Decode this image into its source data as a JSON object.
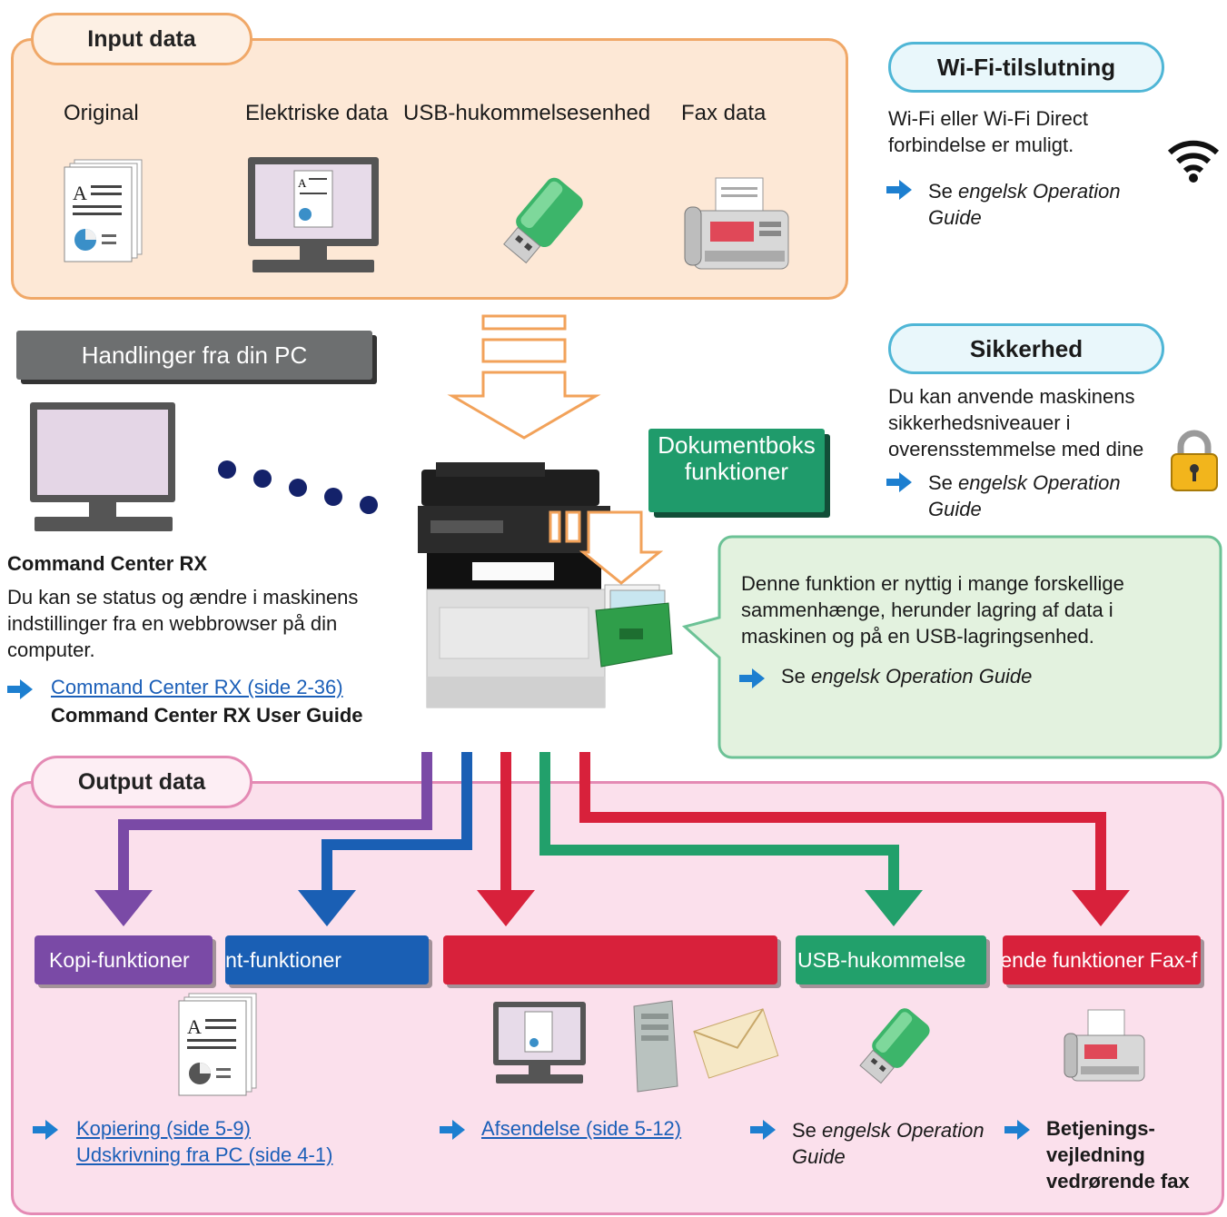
{
  "input": {
    "title": "Input data",
    "items": [
      "Original",
      "Elektriske data",
      "USB-hukommelsesenhed",
      "Fax data"
    ]
  },
  "wifi": {
    "title": "Wi-Fi-tilslutning",
    "text": "Wi-Fi eller Wi-Fi Direct forbindelse er muligt.",
    "ref_prefix": "Se ",
    "ref_italic": "engelsk Operation Guide"
  },
  "security": {
    "title": "Sikkerhed",
    "text": "Du kan anvende maskinens sikkerhedsniveauer i overensstemmelse med dine",
    "ref_prefix": "Se ",
    "ref_italic": "engelsk Operation Guide"
  },
  "pc": {
    "title": "Handlinger fra din PC",
    "heading": "Command Center RX",
    "text": "Du kan se status og ændre i maskinens indstillinger fra en webbrowser på din computer.",
    "link": "Command Center RX (side 2-36)",
    "guide": "Command Center RX User Guide"
  },
  "docbox": {
    "label_line1": "Dokumentboks",
    "label_line2": "funktioner",
    "text": "Denne funktion er nyttig i mange forskellige sammenhænge, herunder lagring af data i maskinen og på en USB-lagringsenhed.",
    "ref_prefix": "Se ",
    "ref_italic": "engelsk Operation Guide"
  },
  "output": {
    "title": "Output data",
    "bars": {
      "copy": "Kopi-funktioner",
      "print": "Print-funktioner",
      "usb": "USB-hukommelse",
      "send": "Sende funktioner",
      "fax": "Fax-f"
    },
    "copy_links": [
      "Kopiering (side 5-9)",
      "Udskrivning fra PC (side 4-1)"
    ],
    "send_link": "Afsendelse (side 5-12)",
    "usb_ref_prefix": "Se ",
    "usb_ref_italic": "engelsk Operation Guide",
    "fax_guide": "Betjenings-vejledning vedrørende fax"
  },
  "colors": {
    "input_bg": "#fde8d6",
    "input_border": "#f0a868",
    "output_bg": "#fbe0ec",
    "output_border": "#e48ab4",
    "pill_blue_bg": "#e9f7fb",
    "pill_blue_border": "#4fb6d6",
    "doc_green": "#1f9b6b",
    "doc_panel_bg": "#e3f2df",
    "doc_panel_border": "#6cc296",
    "purple": "#7a4aa6",
    "blue": "#1a5fb4",
    "red": "#d8213b",
    "green": "#22a06b",
    "orange_arrow": "#f2a25a",
    "link": "#1b5fb8",
    "gray_bar": "#6d6f70"
  }
}
